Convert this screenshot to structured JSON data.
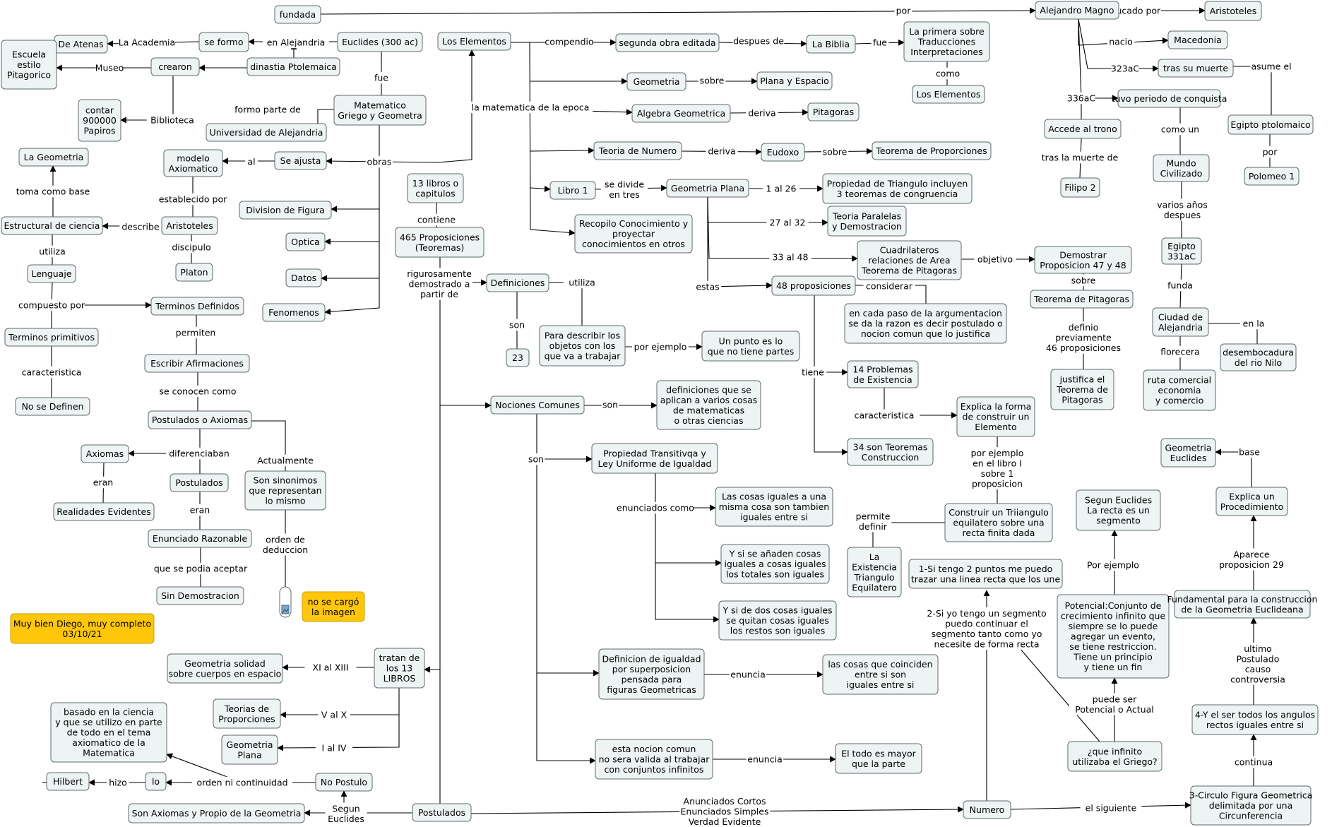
{
  "concept_map": {
    "nodes": [
      {
        "id": "fundada",
        "label": "fundada"
      },
      {
        "id": "euclides",
        "label": "Euclides (300 ac)"
      },
      {
        "id": "se_formo",
        "label": "se formo"
      },
      {
        "id": "atenas",
        "label": "De Atenas"
      },
      {
        "id": "escuela",
        "label": "Escuela\nestilo\nPitagorico"
      },
      {
        "id": "crearon",
        "label": "crearon"
      },
      {
        "id": "dinastia",
        "label": "dinastia Ptolemaica"
      },
      {
        "id": "papiros",
        "label": "contar\n900000\nPapiros"
      },
      {
        "id": "matematico",
        "label": "Matematico\nGriego y Geometra"
      },
      {
        "id": "universidad",
        "label": "Universidad de Alejandria"
      },
      {
        "id": "los_elementos",
        "label": "Los Elementos"
      },
      {
        "id": "segunda_obra",
        "label": "segunda obra editada"
      },
      {
        "id": "biblia",
        "label": "La Biblia"
      },
      {
        "id": "traducciones",
        "label": "La primera sobre\nTraducciones\nInterpretaciones"
      },
      {
        "id": "los_elementos2",
        "label": "Los Elementos"
      },
      {
        "id": "alejandro",
        "label": "Alejandro Magno"
      },
      {
        "id": "aristoteles_top",
        "label": "Aristoteles"
      },
      {
        "id": "macedonia",
        "label": "Macedonia"
      },
      {
        "id": "tras_muerte",
        "label": "tras su muerte"
      },
      {
        "id": "egipto_ptol",
        "label": "Egipto ptolomaico"
      },
      {
        "id": "polomeo",
        "label": "Polomeo 1"
      },
      {
        "id": "conquista",
        "label": "tuvo periodo de conquista"
      },
      {
        "id": "trono",
        "label": "Accede al trono"
      },
      {
        "id": "filipo",
        "label": "Filipo 2"
      },
      {
        "id": "mundo_civ",
        "label": "Mundo\nCivilizado"
      },
      {
        "id": "egipto331",
        "label": "Egipto\n331aC"
      },
      {
        "id": "ciudad_alej",
        "label": "Ciudad de\nAlejandria"
      },
      {
        "id": "desemboc",
        "label": "desembocadura\ndel rio Nilo"
      },
      {
        "id": "ruta",
        "label": "ruta comercial\neconomia\ny comercio"
      },
      {
        "id": "geometria",
        "label": "Geometria"
      },
      {
        "id": "plana_espacio",
        "label": "Plana y Espacio"
      },
      {
        "id": "algebra",
        "label": "Algebra Geometrica"
      },
      {
        "id": "pitagoras",
        "label": "Pitagoras"
      },
      {
        "id": "teoria_num",
        "label": "Teoria de Numero"
      },
      {
        "id": "eudoxo",
        "label": "Eudoxo"
      },
      {
        "id": "teorema_prop",
        "label": "Teorema de Proporciones"
      },
      {
        "id": "libro1",
        "label": "Libro 1"
      },
      {
        "id": "geo_plana",
        "label": "Geometria Plana"
      },
      {
        "id": "prop_triangulo",
        "label": "Propiedad de Triangulo incluyen\n3 teoremas de congruencia"
      },
      {
        "id": "teoria_paralelas",
        "label": "Teoria Paralelas\ny Demostracion"
      },
      {
        "id": "cuadrilateros",
        "label": "Cuadrilateros\nrelaciones de Area\nTeorema de Pitagoras"
      },
      {
        "id": "demostrar",
        "label": "Demostrar\nProposicion 47 y 48"
      },
      {
        "id": "teorema_pit",
        "label": "Teorema de Pitagoras"
      },
      {
        "id": "justifica",
        "label": "justifica el\nTeorema de\nPitagoras"
      },
      {
        "id": "recopilo",
        "label": "Recopilo Conocimiento y\nproyectar\nconocimientos en otros"
      },
      {
        "id": "prop48",
        "label": "48 proposiciones"
      },
      {
        "id": "argumentacion",
        "label": "en cada paso de la argumentacion\nse da la razon es decir postulado o\nnocion comun que lo justifica"
      },
      {
        "id": "problemas14",
        "label": "14 Problemas\nde Existencia"
      },
      {
        "id": "teoremas34",
        "label": "34 son Teoremas\nConstruccion"
      },
      {
        "id": "explica_forma",
        "label": "Explica la forma\nde construir un\nElemento"
      },
      {
        "id": "construir_tri",
        "label": "Construir un Triiangulo\nequilatero sobre una\nrecta finita dada"
      },
      {
        "id": "existencia_tri",
        "label": "La\nExistencia\nTriangulo\nEquilatero"
      },
      {
        "id": "la_geometria",
        "label": "La Geometria"
      },
      {
        "id": "modelo_ax",
        "label": "modelo\nAxiomatico"
      },
      {
        "id": "se_ajusta",
        "label": "Se ajusta"
      },
      {
        "id": "estructural",
        "label": "Estructural de ciencia"
      },
      {
        "id": "aristoteles2",
        "label": "Aristoteles"
      },
      {
        "id": "platon",
        "label": "Platon"
      },
      {
        "id": "lenguaje",
        "label": "Lenguaje"
      },
      {
        "id": "terminos_def",
        "label": "Terminos Definidos"
      },
      {
        "id": "terminos_prim",
        "label": "Terminos primitivos"
      },
      {
        "id": "no_definen",
        "label": "No se Definen"
      },
      {
        "id": "escribir_af",
        "label": "Escribir Afirmaciones"
      },
      {
        "id": "postulados_ax",
        "label": "Postulados o Axiomas"
      },
      {
        "id": "axiomas",
        "label": "Axiomas"
      },
      {
        "id": "postulados_small",
        "label": "Postulados"
      },
      {
        "id": "realidades",
        "label": "Realidades Evidentes"
      },
      {
        "id": "enunciado_raz",
        "label": "Enunciado Razonable"
      },
      {
        "id": "sin_demo",
        "label": "Sin Demostracion"
      },
      {
        "id": "sinonimos",
        "label": "Son sinonimos\nque representan\nlo mismo"
      },
      {
        "id": "no_cargo",
        "label": "no se cargó\nla imagen"
      },
      {
        "id": "muy_bien",
        "label": "Muy bien Diego, muy completo\n03/10/21"
      },
      {
        "id": "division_fig",
        "label": "Division de Figura"
      },
      {
        "id": "optica",
        "label": "Optica"
      },
      {
        "id": "datos",
        "label": "Datos"
      },
      {
        "id": "fenomenos",
        "label": "Fenomenos"
      },
      {
        "id": "libros13",
        "label": "13 libros o\ncapitulos"
      },
      {
        "id": "prop465",
        "label": "465 Proposiciones\n(Teoremas)"
      },
      {
        "id": "definiciones",
        "label": "Definiciones"
      },
      {
        "id": "n23",
        "label": "23"
      },
      {
        "id": "para_describir",
        "label": "Para describir los\nobjetos con los\nque va a trabajar"
      },
      {
        "id": "un_punto",
        "label": "Un punto es lo\nque no tiene partes"
      },
      {
        "id": "nociones",
        "label": "Nociones Comunes"
      },
      {
        "id": "def_varios",
        "label": "definiciones que se\naplican a varios cosas\nde matematicas\no otras ciencias"
      },
      {
        "id": "prop_trans",
        "label": "Propiedad Transitivqa y\nLey Uniforme de Igualdad"
      },
      {
        "id": "cosas_iguales",
        "label": "Las cosas iguales a una\nmisma cosa son tambien\niguales entre si"
      },
      {
        "id": "si_anaden",
        "label": "Y si se añaden cosas\niguales a cosas iguales\nlos totales son iguales"
      },
      {
        "id": "si_quitan",
        "label": "Y si de dos cosas iguales\nse quitan cosas iguales\nlos restos son iguales"
      },
      {
        "id": "def_igualdad",
        "label": "Definicion de igualdad\npor superposicion\npensada para\nfiguras Geometricas"
      },
      {
        "id": "cosas_coinciden",
        "label": "las cosas que coinciden\nentre si son\niguales entre si"
      },
      {
        "id": "nocion_infinitos",
        "label": "esta nocion comun\nno sera valida al trabajar\ncon conjuntos infinitos"
      },
      {
        "id": "todo_mayor",
        "label": "El todo es  mayor\nque la parte"
      },
      {
        "id": "tratan13",
        "label": "tratan de\nlos 13\nLIBROS"
      },
      {
        "id": "geo_solida",
        "label": "Geometria solidad\nsobre cuerpos en espacio"
      },
      {
        "id": "teorias_prop",
        "label": "Teorias de\nProporciones"
      },
      {
        "id": "geo_plana2",
        "label": "Geometria\nPlana"
      },
      {
        "id": "basado",
        "label": "basado en la ciencia\ny que se utilizo en parte\nde todo en el tema\naxiomatico de la\nMatematica"
      },
      {
        "id": "hilbert",
        "label": "Hilbert"
      },
      {
        "id": "lo",
        "label": "lo"
      },
      {
        "id": "no_postulo",
        "label": "No Postulo"
      },
      {
        "id": "son_axiomas",
        "label": "Son Axiomas y Propio de la Geometria"
      },
      {
        "id": "postulados",
        "label": "Postulados"
      },
      {
        "id": "numero",
        "label": "Numero"
      },
      {
        "id": "circulo",
        "label": "3-Circulo Figura Geometrica\ndelimitada por una\nCircunferencia"
      },
      {
        "id": "p1",
        "label": "1-Si tengo 2 puntos me puedo\ntrazar una linea recta que los une"
      },
      {
        "id": "potencial",
        "label": "Potencial:Conjunto de\ncrecimiento infinito que\nsiempre se lo puede\nagregar un evento,\nse tiene restriccion.\nTiene un principio\ny tiene un fin"
      },
      {
        "id": "segun_euclides",
        "label": "Segun Euclides\nLa recta es un\nsegmento"
      },
      {
        "id": "que_infinito",
        "label": "¿que infinito\nutilizaba el Griego?"
      },
      {
        "id": "geo_euclides",
        "label": "Geometria\nEuclides"
      },
      {
        "id": "explica_proc",
        "label": "Explica un\nProcedimiento"
      },
      {
        "id": "fundamental",
        "label": "Fundamental para la construccion\nde la Geometria Euclideana"
      },
      {
        "id": "p4",
        "label": "4-Y el ser todos los angulos\nrectos iguales entre si"
      }
    ],
    "edge_labels": [
      {
        "id": "por",
        "label": "por"
      },
      {
        "id": "en_alejandria",
        "label": "en Alejandria"
      },
      {
        "id": "la_academia",
        "label": "La Academia"
      },
      {
        "id": "museo",
        "label": "Museo"
      },
      {
        "id": "biblioteca",
        "label": "Biblioteca"
      },
      {
        "id": "fue1",
        "label": "fue"
      },
      {
        "id": "formo_parte",
        "label": "formo parte de"
      },
      {
        "id": "obras",
        "label": "obras"
      },
      {
        "id": "al",
        "label": "al"
      },
      {
        "id": "compendio",
        "label": "compendio"
      },
      {
        "id": "despues_de",
        "label": "despues de"
      },
      {
        "id": "fue2",
        "label": "fue"
      },
      {
        "id": "como",
        "label": "como"
      },
      {
        "id": "educado_por",
        "label": "educado por"
      },
      {
        "id": "nacio",
        "label": "nacio"
      },
      {
        "id": "a323",
        "label": "323aC"
      },
      {
        "id": "asume_el",
        "label": "asume el"
      },
      {
        "id": "por2",
        "label": "por"
      },
      {
        "id": "a336",
        "label": "336aC"
      },
      {
        "id": "tras_muerte_de",
        "label": "tras la muerte de"
      },
      {
        "id": "como_un",
        "label": "como un"
      },
      {
        "id": "varios_anos",
        "label": "varios años\ndespues"
      },
      {
        "id": "funda",
        "label": "funda"
      },
      {
        "id": "en_la",
        "label": "en la"
      },
      {
        "id": "florecera",
        "label": "florecera"
      },
      {
        "id": "sobre1",
        "label": "sobre"
      },
      {
        "id": "matematica_epoca",
        "label": "la matematica de la epoca"
      },
      {
        "id": "deriva1",
        "label": "deriva"
      },
      {
        "id": "deriva2",
        "label": "deriva"
      },
      {
        "id": "sobre2",
        "label": "sobre"
      },
      {
        "id": "se_divide",
        "label": "se divide\nen tres"
      },
      {
        "id": "l1_26",
        "label": "1 al 26"
      },
      {
        "id": "l27_32",
        "label": "27 al 32"
      },
      {
        "id": "l33_48",
        "label": "33 al 48"
      },
      {
        "id": "objetivo",
        "label": "objetivo"
      },
      {
        "id": "sobre3",
        "label": "sobre"
      },
      {
        "id": "definio",
        "label": "definio\npreviamente\n46 proposiciones"
      },
      {
        "id": "estas",
        "label": "estas"
      },
      {
        "id": "considerar",
        "label": "considerar"
      },
      {
        "id": "tiene",
        "label": "tiene"
      },
      {
        "id": "caracteristica1",
        "label": "caracteristica"
      },
      {
        "id": "por_ejemplo_libro",
        "label": "por ejemplo\nen el libro I\nsobre 1\nproposicion"
      },
      {
        "id": "permite_definir",
        "label": "permite\ndefinir"
      },
      {
        "id": "toma_base",
        "label": "toma como base"
      },
      {
        "id": "establecido",
        "label": "establecido por"
      },
      {
        "id": "describe",
        "label": "describe"
      },
      {
        "id": "discipulo",
        "label": "discipulo"
      },
      {
        "id": "utiliza1",
        "label": "utiliza"
      },
      {
        "id": "compuesto",
        "label": "compuesto por"
      },
      {
        "id": "caracteristica2",
        "label": "caracteristica"
      },
      {
        "id": "permiten",
        "label": "permiten"
      },
      {
        "id": "se_conocen",
        "label": "se conocen como"
      },
      {
        "id": "diferenciaban",
        "label": "diferenciaban"
      },
      {
        "id": "eran1",
        "label": "eran"
      },
      {
        "id": "eran2",
        "label": "eran"
      },
      {
        "id": "actualmente",
        "label": "Actualmente"
      },
      {
        "id": "orden_deduccion",
        "label": "orden de\ndeduccion"
      },
      {
        "id": "que_podia",
        "label": "que se podia aceptar"
      },
      {
        "id": "contiene",
        "label": "contiene"
      },
      {
        "id": "rigurosamente",
        "label": "rigurosamente\ndemostrado a\npartir de"
      },
      {
        "id": "son1",
        "label": "son"
      },
      {
        "id": "utiliza2",
        "label": "utiliza"
      },
      {
        "id": "por_ejemplo1",
        "label": "por ejemplo"
      },
      {
        "id": "son2",
        "label": "son"
      },
      {
        "id": "son3",
        "label": "son"
      },
      {
        "id": "enunciados_como",
        "label": "enunciados como"
      },
      {
        "id": "enuncia1",
        "label": "enuncia"
      },
      {
        "id": "enuncia2",
        "label": "enuncia"
      },
      {
        "id": "xi_xiii",
        "label": "XI al XIII"
      },
      {
        "id": "v_x",
        "label": "V al X"
      },
      {
        "id": "i_iv",
        "label": "I al IV"
      },
      {
        "id": "hizo",
        "label": "hizo"
      },
      {
        "id": "orden_no",
        "label": "orden ni continuidad"
      },
      {
        "id": "segun_euc",
        "label": "Segun\nEuclides"
      },
      {
        "id": "anunciados",
        "label": "Anunciados Cortos\nEnunciados Simples\nVerdad Evidente"
      },
      {
        "id": "el_siguiente",
        "label": "el siguiente"
      },
      {
        "id": "p2",
        "label": "2-Si yo tengo un segmento\npuedo continuar el\nsegmento tanto como yo\nnecesite de forma recta"
      },
      {
        "id": "por_ejemplo2",
        "label": "Por ejemplo"
      },
      {
        "id": "puede_ser",
        "label": "puede ser\nPotencial o Actual"
      },
      {
        "id": "base",
        "label": "base"
      },
      {
        "id": "aparece",
        "label": "Aparece\nproposicion 29"
      },
      {
        "id": "ultimo",
        "label": "ultimo\nPostulado\ncauso\ncontroversia"
      },
      {
        "id": "continua",
        "label": "continua"
      }
    ]
  }
}
